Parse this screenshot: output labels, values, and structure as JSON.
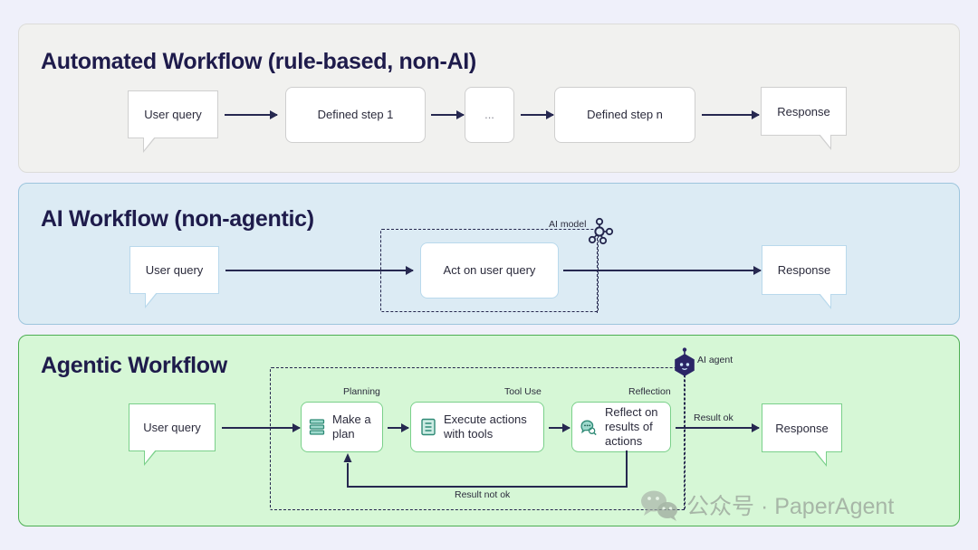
{
  "page": {
    "background": "#eff0fa",
    "title_color": "#1e1b4b",
    "arrow_color": "#262850",
    "teal_icon_color": "#3aa98f",
    "agent_hex_color": "#2b2566"
  },
  "panels": [
    {
      "id": "automated-workflow",
      "title": "Automated Workflow (rule-based, non-AI)",
      "background": "#f1f1ef",
      "border": "#dcdcd9",
      "nodes": [
        {
          "name": "user-query",
          "label": "User query",
          "kind": "bubble-left"
        },
        {
          "name": "defined-step-1",
          "label": "Defined step 1",
          "kind": "box"
        },
        {
          "name": "ellipsis-step",
          "label": "...",
          "kind": "box"
        },
        {
          "name": "defined-step-n",
          "label": "Defined step n",
          "kind": "box"
        },
        {
          "name": "response",
          "label": "Response",
          "kind": "bubble-right"
        }
      ]
    },
    {
      "id": "ai-workflow",
      "title": "AI Workflow (non-agentic)",
      "background": "#dcebf4",
      "border": "#9dc5dd",
      "nodes": [
        {
          "name": "user-query",
          "label": "User query",
          "kind": "bubble-left"
        },
        {
          "name": "act-on-user-query",
          "label": "Act on user query",
          "kind": "box"
        },
        {
          "name": "response",
          "label": "Response",
          "kind": "bubble-right"
        }
      ],
      "annotations": [
        {
          "name": "ai-model-label",
          "label": "AI model",
          "icon": "ai-model-network-icon"
        }
      ]
    },
    {
      "id": "agentic-workflow",
      "title": "Agentic Workflow",
      "background": "#d6f7d6",
      "border": "#4cae52",
      "nodes": [
        {
          "name": "user-query",
          "label": "User query",
          "kind": "bubble-left"
        },
        {
          "name": "make-a-plan",
          "label": "Make a plan",
          "caption": "Planning",
          "icon": "stack-layers-icon"
        },
        {
          "name": "execute-actions-with-tools",
          "label": "Execute actions with tools",
          "caption": "Tool Use",
          "icon": "document-list-icon"
        },
        {
          "name": "reflect-on-results",
          "label": "Reflect on results of actions",
          "caption": "Reflection",
          "icon": "speech-bubble-dots-icon"
        },
        {
          "name": "response",
          "label": "Response",
          "kind": "bubble-right"
        }
      ],
      "edge_labels": [
        {
          "name": "result-ok-label",
          "label": "Result ok"
        },
        {
          "name": "result-not-ok-label",
          "label": "Result not ok"
        }
      ],
      "annotations": [
        {
          "name": "ai-agent-label",
          "label": "AI agent",
          "icon": "ai-agent-hexagon-icon"
        }
      ]
    }
  ],
  "watermark": {
    "text": "公众号 · PaperAgent",
    "logo": "wechat-bubbles-icon"
  }
}
